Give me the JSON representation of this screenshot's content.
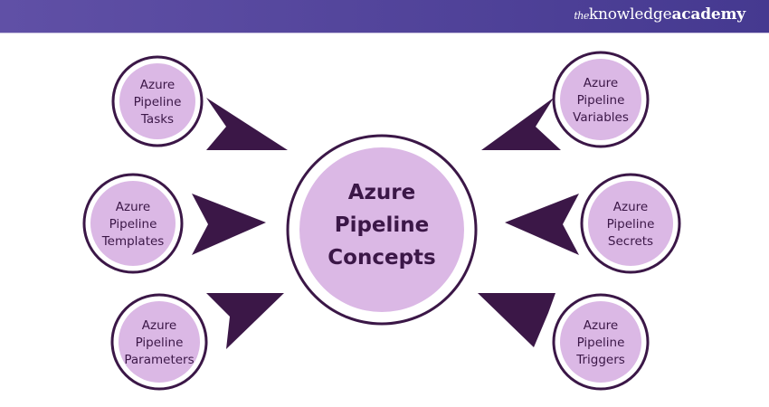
{
  "header": {
    "logo_prefix": "the",
    "logo_main": "knowledge",
    "logo_bold": "academy"
  },
  "colors": {
    "header_start": "#6050a6",
    "header_end": "#453990",
    "ring": "#3b1747",
    "fill": "#dbb8e5",
    "arrow": "#3b1747",
    "text": "#3b1747"
  },
  "center": {
    "lines": [
      "Azure",
      "Pipeline",
      "Concepts"
    ]
  },
  "nodes": [
    {
      "id": "tasks",
      "position": "top-left",
      "lines": [
        "Azure",
        "Pipeline",
        "Tasks"
      ]
    },
    {
      "id": "templates",
      "position": "middle-left",
      "lines": [
        "Azure",
        "Pipeline",
        "Templates"
      ]
    },
    {
      "id": "parameters",
      "position": "bottom-left",
      "lines": [
        "Azure",
        "Pipeline",
        "Parameters"
      ]
    },
    {
      "id": "variables",
      "position": "top-right",
      "lines": [
        "Azure",
        "Pipeline",
        "Variables"
      ]
    },
    {
      "id": "secrets",
      "position": "middle-right",
      "lines": [
        "Azure",
        "Pipeline",
        "Secrets"
      ]
    },
    {
      "id": "triggers",
      "position": "bottom-right",
      "lines": [
        "Azure",
        "Pipeline",
        "Triggers"
      ]
    }
  ]
}
